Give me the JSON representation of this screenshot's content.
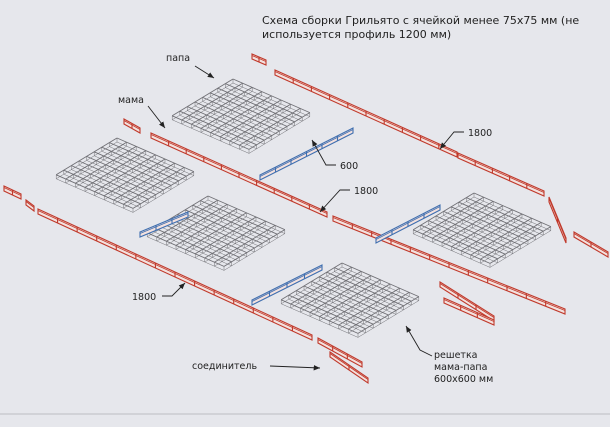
{
  "title": {
    "line1": "Схема сборки Грильято с ячейкой менее 75x75 мм (не",
    "line2": "используется профиль 1200 мм)"
  },
  "labels": {
    "papa": "папа",
    "mama": "мама",
    "len_600": "600",
    "len_1800_top": "1800",
    "len_1800_mid": "1800",
    "len_1800_left": "1800",
    "connector": "соединитель",
    "grid_line1": "решетка",
    "grid_line2": "мама-папа",
    "grid_line3": "600x600 мм"
  },
  "colors": {
    "background": "#e6e7ec",
    "red_profile": "#c0392b",
    "blue_profile": "#3f6fb0",
    "grid_lines": "#707075",
    "text": "#222222"
  }
}
